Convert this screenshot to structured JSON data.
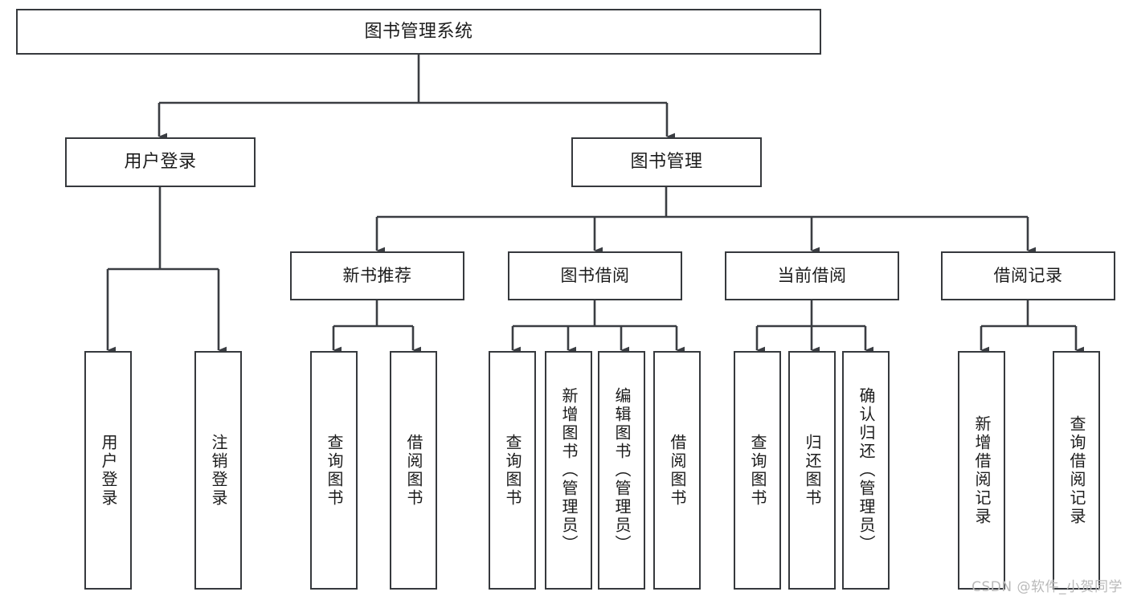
{
  "diagram": {
    "title": "图书管理系统",
    "type": "tree-hierarchy-chart",
    "watermark": "CSDN @软件_小贺同学",
    "colors": {
      "box_border": "#36393d",
      "box_fill": "#ffffff",
      "connector": "#3a3d42",
      "text": "#1c1c1c",
      "watermark": "#b9b9b9",
      "background": "#ffffff"
    },
    "nodes": {
      "root": {
        "label": "图书管理系统",
        "level": 1
      },
      "user_login": {
        "label": "用户登录",
        "level": 2
      },
      "book_manage": {
        "label": "图书管理",
        "level": 2
      },
      "new_book_rec": {
        "label": "新书推荐",
        "level": 3
      },
      "book_borrow": {
        "label": "图书借阅",
        "level": 3
      },
      "current_borrow": {
        "label": "当前借阅",
        "level": 3
      },
      "borrow_record": {
        "label": "借阅记录",
        "level": 3
      },
      "leaf_user_login": {
        "label": "用户登录",
        "level": 4
      },
      "leaf_logout": {
        "label": "注销登录",
        "level": 4
      },
      "leaf_query_book_1": {
        "label": "查询图书",
        "level": 4
      },
      "leaf_borrow_book_1": {
        "label": "借阅图书",
        "level": 4
      },
      "leaf_query_book_2": {
        "label": "查询图书",
        "level": 4
      },
      "leaf_add_book": {
        "label": "新增图书（管理员）",
        "level": 4
      },
      "leaf_edit_book": {
        "label": "编辑图书（管理员）",
        "level": 4
      },
      "leaf_borrow_book_2": {
        "label": "借阅图书",
        "level": 4
      },
      "leaf_query_book_3": {
        "label": "查询图书",
        "level": 4
      },
      "leaf_return_book": {
        "label": "归还图书",
        "level": 4
      },
      "leaf_confirm_return": {
        "label": "确认归还（管理员）",
        "level": 4
      },
      "leaf_add_record": {
        "label": "新增借阅记录",
        "level": 4
      },
      "leaf_query_record": {
        "label": "查询借阅记录",
        "level": 4
      }
    }
  }
}
